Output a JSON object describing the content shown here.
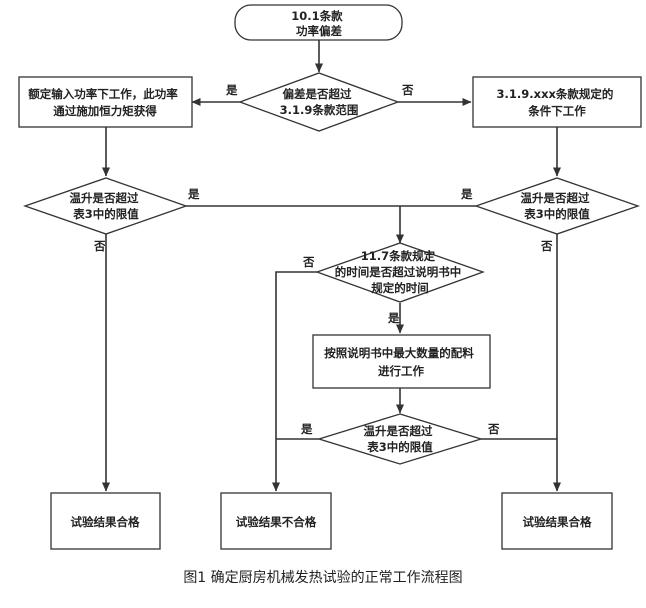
{
  "diagram": {
    "nodes": {
      "start": [
        "10.1条款",
        "功率偏差"
      ],
      "d_deviation": [
        "偏差是否超过",
        "3.1.9条款范围"
      ],
      "box_left": [
        "额定输入功率下工作，此功率",
        "通过施加恒力矩获得"
      ],
      "box_right": [
        "3.1.9.xxx条款规定的",
        "条件下工作"
      ],
      "d_temp_left": [
        "温升是否超过",
        "表3中的限值"
      ],
      "d_temp_right": [
        "温升是否超过",
        "表3中的限值"
      ],
      "d_time": [
        "11.7条款规定",
        "的时间是否超过说明书中",
        "规定的时间"
      ],
      "box_max_load": [
        "按照说明书中最大数量的配料",
        "进行工作"
      ],
      "d_temp_mid": [
        "温升是否超过",
        "表3中的限值"
      ],
      "result_left": [
        "试验结果合格"
      ],
      "result_mid": [
        "试验结果不合格"
      ],
      "result_right": [
        "试验结果合格"
      ]
    },
    "labels": {
      "yes": "是",
      "no": "否"
    }
  },
  "caption": "图1  确定厨房机械发热试验的正常工作流程图"
}
